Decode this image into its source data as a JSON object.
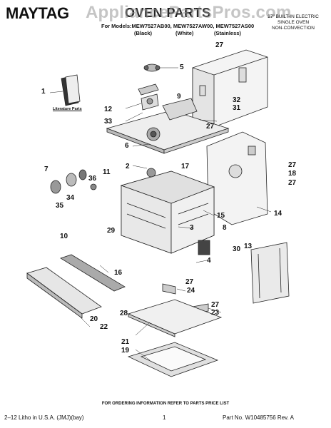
{
  "header": {
    "brand": "MAYTAG",
    "title": "OVEN PARTS",
    "models": "For Models:MEW7527AB00, MEW7527AW00, MEW7527AS00",
    "finishes": [
      "(Black)",
      "(White)",
      "(Stainless)"
    ],
    "subtitle_lines": [
      "27\" BUILT-IN ELECTRIC",
      "SINGLE OVEN",
      "NON-CONVECTION"
    ],
    "watermark": "AppliancePartsPros.com"
  },
  "literature_label": "Literature Parts",
  "callouts": [
    "1",
    "2",
    "3",
    "4",
    "5",
    "6",
    "7",
    "8",
    "9",
    "10",
    "11",
    "12",
    "13",
    "14",
    "15",
    "16",
    "17",
    "18",
    "19",
    "20",
    "21",
    "22",
    "23",
    "24",
    "27",
    "27",
    "27",
    "27",
    "27",
    "27",
    "28",
    "29",
    "30",
    "31",
    "32",
    "33",
    "34",
    "35",
    "36"
  ],
  "footer": {
    "ordering_note": "FOR ORDERING INFORMATION REFER TO PARTS PRICE LIST",
    "litho": "2–12 Litho in U.S.A. (JMJ)(bay)",
    "page": "1",
    "part_no": "Part No. W10485756 Rev. A"
  }
}
